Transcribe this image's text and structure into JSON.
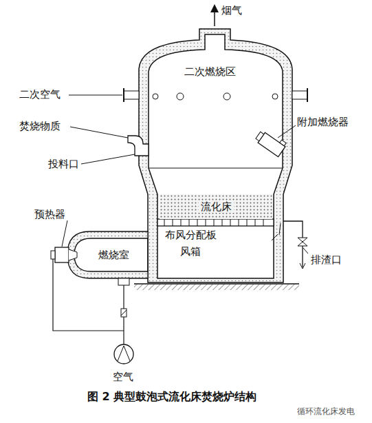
{
  "diagram": {
    "caption": "图 2   典型鼓泡式流化床焚烧炉结构",
    "nodes": [
      {
        "text": [
          "流化床"
        ]
      },
      {
        "text": [
          "燃烧室"
        ]
      }
    ],
    "labels": [
      "烟气",
      "二次燃烧区",
      "二次空气",
      "焚烧物质",
      "附加燃烧器",
      "投料口",
      "预热器",
      "布风分配板",
      "风箱",
      "排渣口",
      "空气",
      "循环流化床发电"
    ]
  }
}
